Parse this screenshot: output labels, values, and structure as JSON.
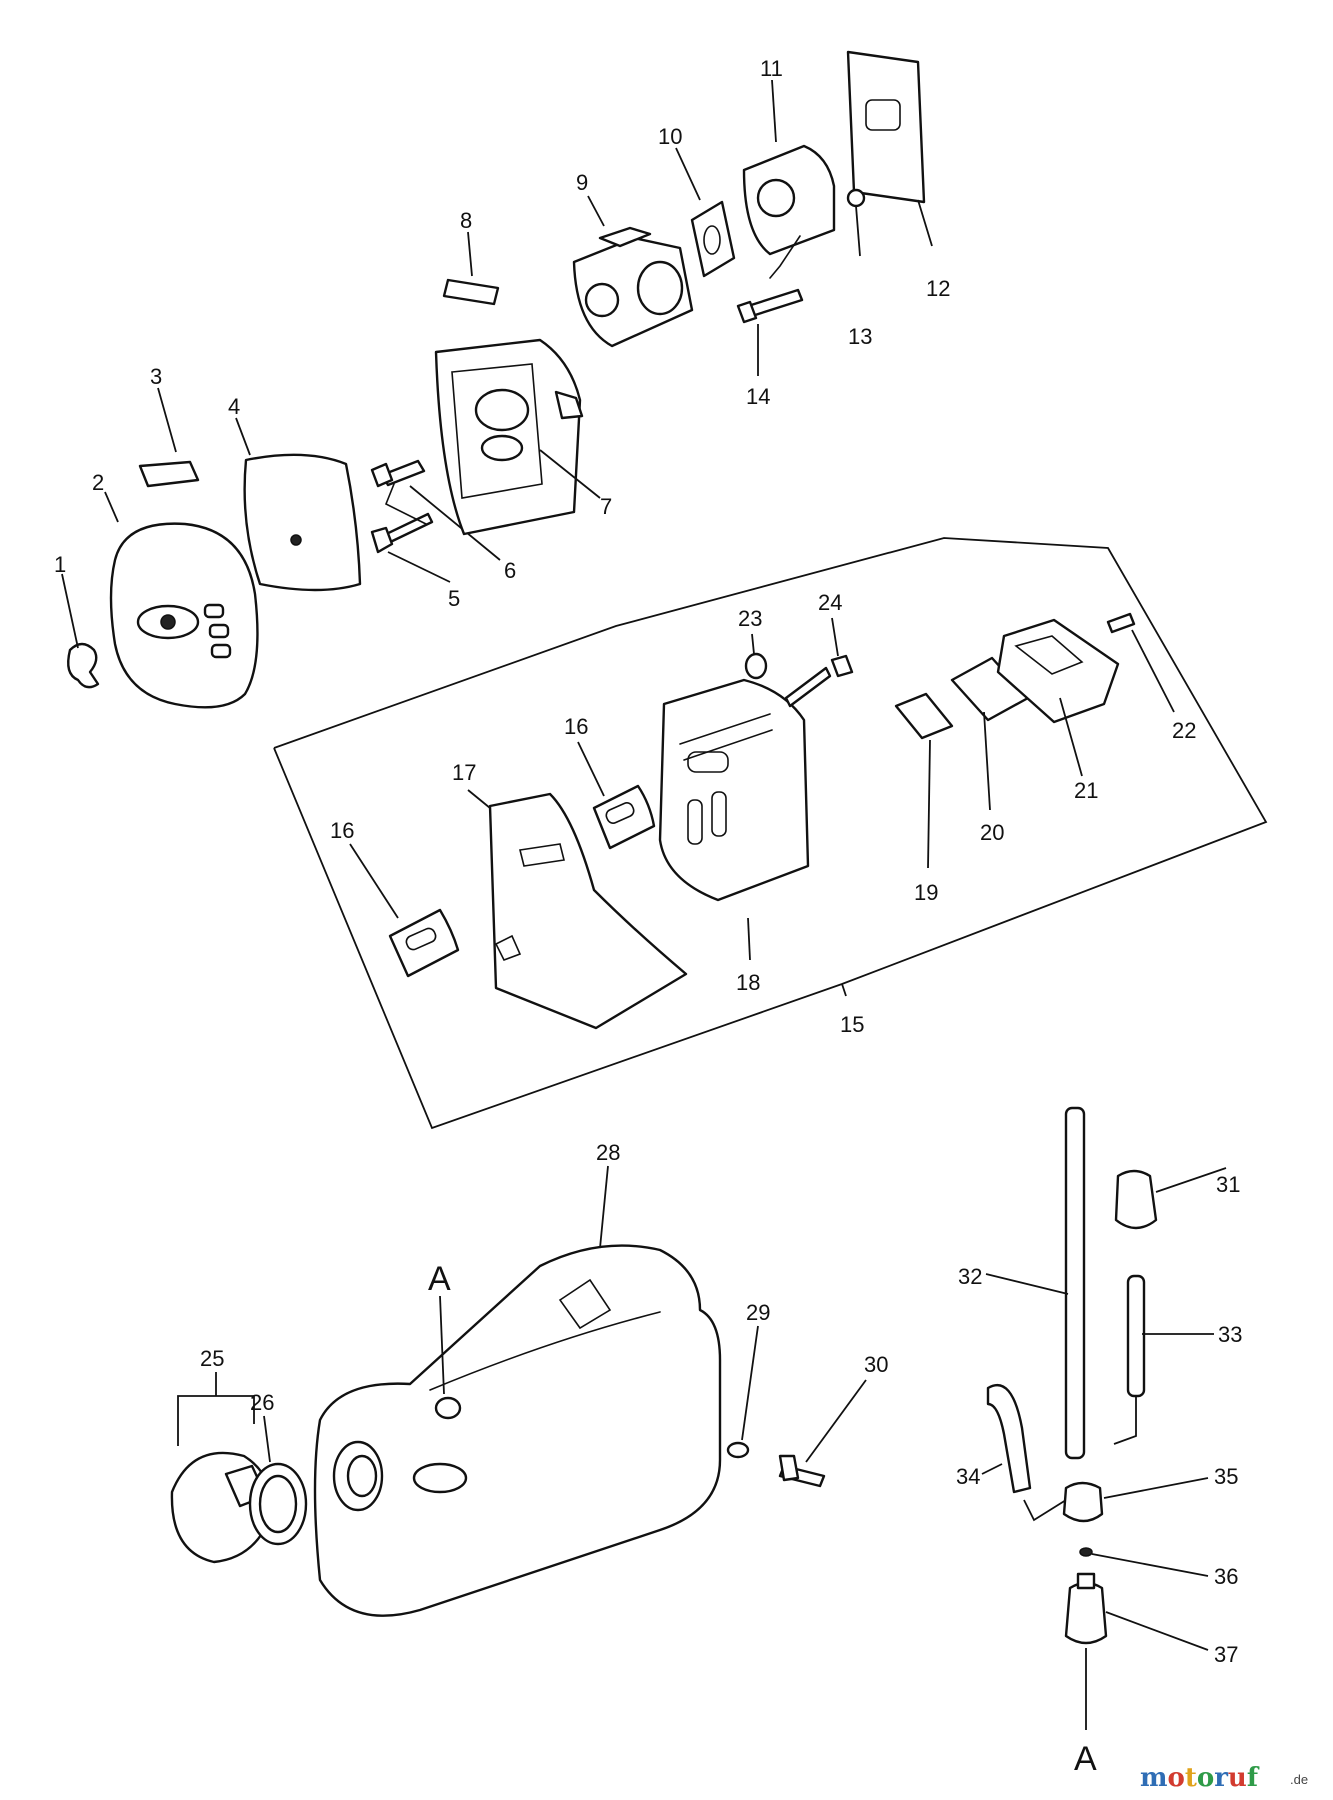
{
  "callouts": {
    "c1": "1",
    "c2": "2",
    "c3": "3",
    "c4": "4",
    "c5": "5",
    "c6": "6",
    "c7": "7",
    "c8": "8",
    "c9": "9",
    "c10": "10",
    "c11": "11",
    "c12": "12",
    "c13": "13",
    "c14": "14",
    "c15": "15",
    "c16a": "16",
    "c16b": "16",
    "c17": "17",
    "c18": "18",
    "c19": "19",
    "c20": "20",
    "c21": "21",
    "c22": "22",
    "c23": "23",
    "c24": "24",
    "c25": "25",
    "c26": "26",
    "c28": "28",
    "c29": "29",
    "c30": "30",
    "c31": "31",
    "c32": "32",
    "c33": "33",
    "c34": "34",
    "c35": "35",
    "c36": "36",
    "c37": "37"
  },
  "references": {
    "a_top": "A",
    "a_bottom": "A"
  },
  "watermark": {
    "letters": [
      "m",
      "o",
      "t",
      "o",
      "r",
      "u",
      "f"
    ],
    "letter_colors": [
      "#2f6db5",
      "#d23b2f",
      "#e0a21b",
      "#2f9b48",
      "#2f6db5",
      "#d23b2f",
      "#2f9b48"
    ],
    "suffix": ".de"
  }
}
